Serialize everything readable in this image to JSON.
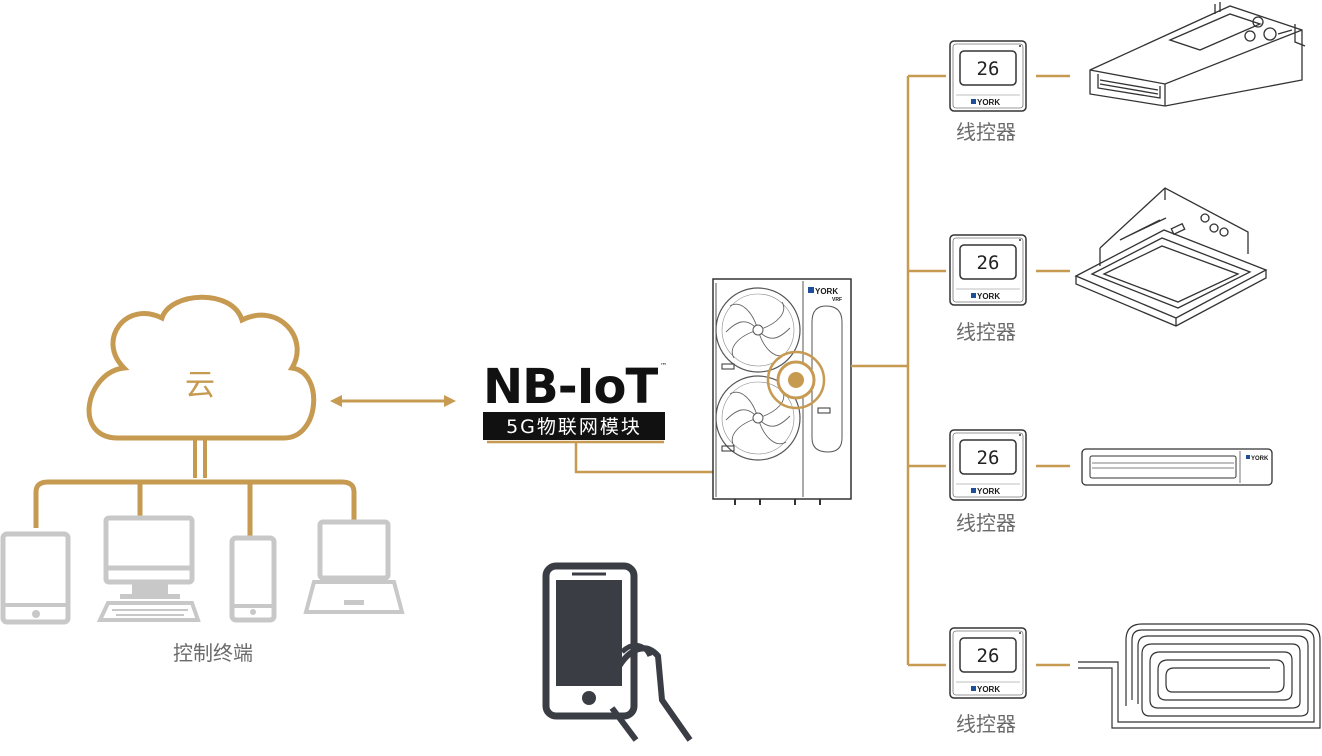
{
  "cloud": {
    "label": "云"
  },
  "terminals": {
    "label": "控制终端"
  },
  "module": {
    "title": "NB-IoT",
    "trademark": "™",
    "subtitle": "5G物联网模块"
  },
  "outdoor_unit": {
    "brand": "YORK",
    "model": "VRF"
  },
  "controllers": [
    {
      "label": "线控器",
      "display": "26",
      "brand": "YORK",
      "indoor_unit": "ducted"
    },
    {
      "label": "线控器",
      "display": "26",
      "brand": "YORK",
      "indoor_unit": "cassette"
    },
    {
      "label": "线控器",
      "display": "26",
      "brand": "YORK",
      "indoor_unit": "wall-mounted"
    },
    {
      "label": "线控器",
      "display": "26",
      "brand": "YORK",
      "indoor_unit": "floor-heating-coil"
    }
  ],
  "wall_unit_brand": "YORK",
  "colors": {
    "accent": "#c79a52",
    "device": "#c8c8c8",
    "dark": "#3b3d45",
    "line": "#555555"
  },
  "icons": [
    "cloud-icon",
    "tablet-icon",
    "desktop-icon",
    "phone-icon",
    "laptop-icon",
    "hand-phone-icon",
    "outdoor-unit-icon",
    "wired-controller-icon",
    "ducted-unit-icon",
    "cassette-unit-icon",
    "wall-unit-icon",
    "floor-heating-coil-icon"
  ]
}
